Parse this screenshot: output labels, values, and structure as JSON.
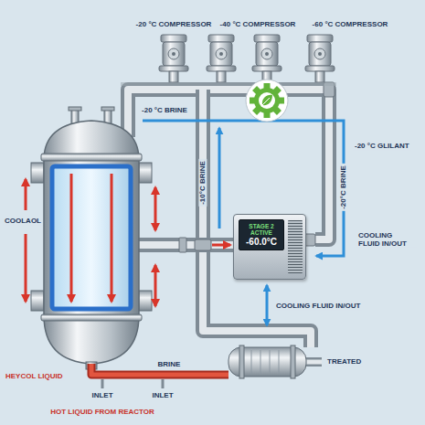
{
  "diagram": {
    "nodes": [
      {
        "text": [
          "STAGE 2 ACTIVE",
          "-60.0°C"
        ]
      }
    ],
    "labels": [
      "-20 °C COMPRESSOR",
      "-40 °C COMPRESSOR",
      "-60 °C COMPRESSOR",
      "-20 °C BRINE",
      "-20 °C GLILANT",
      "-10°C BRINE",
      "-20°C BRINE",
      "COOLAOL",
      "COOLING FLUID IN/OUT",
      "COOLING FLUID IN/OUT",
      "TREATED",
      "HEYCOL LIQUID",
      "BRINE",
      "INLET",
      "INLET",
      "HOT LIQUID FROM REACTOR"
    ]
  }
}
